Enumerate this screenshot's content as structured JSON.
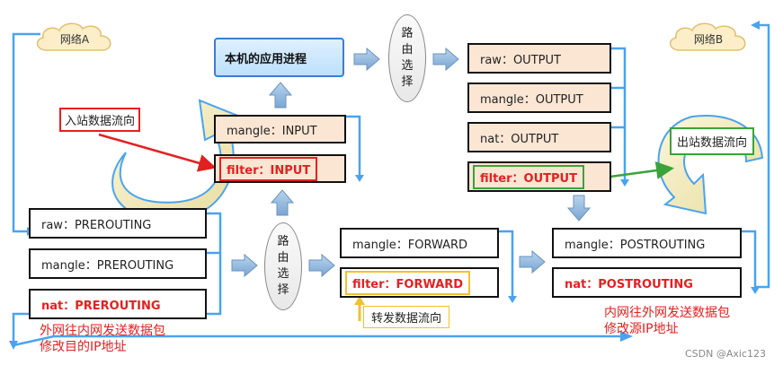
{
  "clouds": {
    "left": "网络A",
    "right": "网络B"
  },
  "app_process": "本机的应用进程",
  "routing": {
    "top": "路由选择",
    "bottom": "路由选择"
  },
  "input_chain": {
    "mangle": "mangle：INPUT",
    "filter": "filter：INPUT"
  },
  "output_chain": {
    "raw": "raw：OUTPUT",
    "mangle": "mangle：OUTPUT",
    "nat": "nat：OUTPUT",
    "filter": "filter：OUTPUT"
  },
  "prerouting_chain": {
    "raw": "raw：PREROUTING",
    "mangle": "mangle：PREROUTING",
    "nat": "nat：PREROUTING"
  },
  "forward_chain": {
    "mangle": "mangle：FORWARD",
    "filter": "filter：FORWARD"
  },
  "postrouting_chain": {
    "mangle": "mangle：POSTROUTING",
    "nat": "nat：POSTROUTING"
  },
  "labels": {
    "inbound": "入站数据流向",
    "outbound": "出站数据流向",
    "forward": "转发数据流向",
    "dnat_line1": "外网往内网发送数据包",
    "dnat_line2": "修改目的IP地址",
    "snat_line1": "内网往外网发送数据包",
    "snat_line2": "修改源IP地址"
  },
  "watermark": "CSDN @Axic123",
  "colors": {
    "highlight_red": "#e32020",
    "flow_blue": "#4aa3f0",
    "callout_green": "#3aa33a",
    "callout_yellow": "#f0c030"
  }
}
